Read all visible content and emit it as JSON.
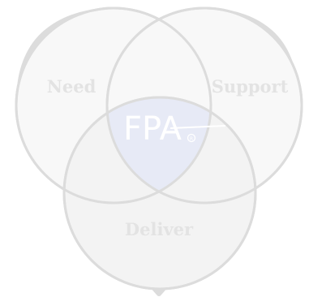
{
  "diagram": {
    "labels": {
      "need": "Need",
      "support": "Support",
      "deliver": "Deliver"
    },
    "logo": {
      "text": "FPA",
      "mark": "registered-mark"
    },
    "colors": {
      "outline": "#dcdcdc",
      "heart_fill": "#f5f5f5",
      "need_fill": "#f8f8f8",
      "support_fill": "#f8f8f8",
      "deliver_fill": "#f3f3f3",
      "center_fill": "#e7eaf6",
      "label_color": "#e3e3e3",
      "logo_color": "#ffffff"
    }
  }
}
